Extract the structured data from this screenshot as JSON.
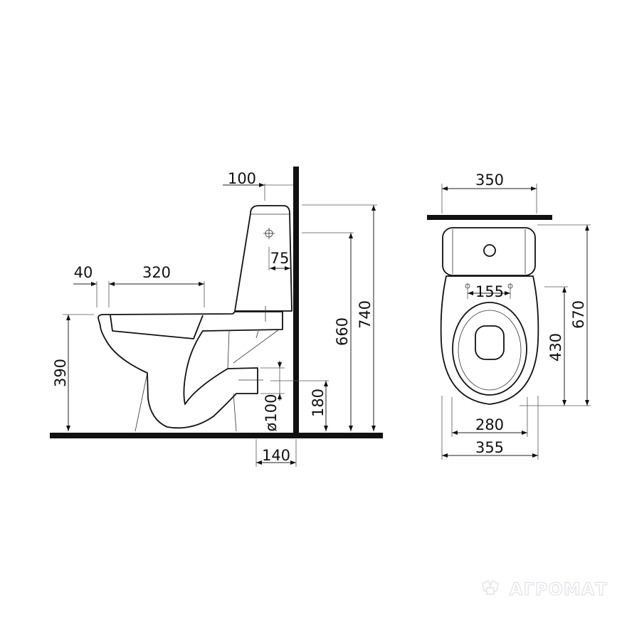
{
  "side_view": {
    "dimensions": {
      "tank_wall_offset": "100",
      "rim_front": "40",
      "seat_length": "320",
      "tank_inlet_offset": "75",
      "rim_height": "390",
      "tank_height": "660",
      "total_height": "740",
      "outlet_height": "180",
      "outlet_diameter": "ø100",
      "outlet_wall_offset": "140"
    }
  },
  "top_view": {
    "dimensions": {
      "tank_width": "350",
      "mount_holes": "155",
      "bowl_length": "430",
      "total_length": "670",
      "seat_width": "280",
      "total_width": "355"
    }
  },
  "watermark": "АГРОМАТ"
}
